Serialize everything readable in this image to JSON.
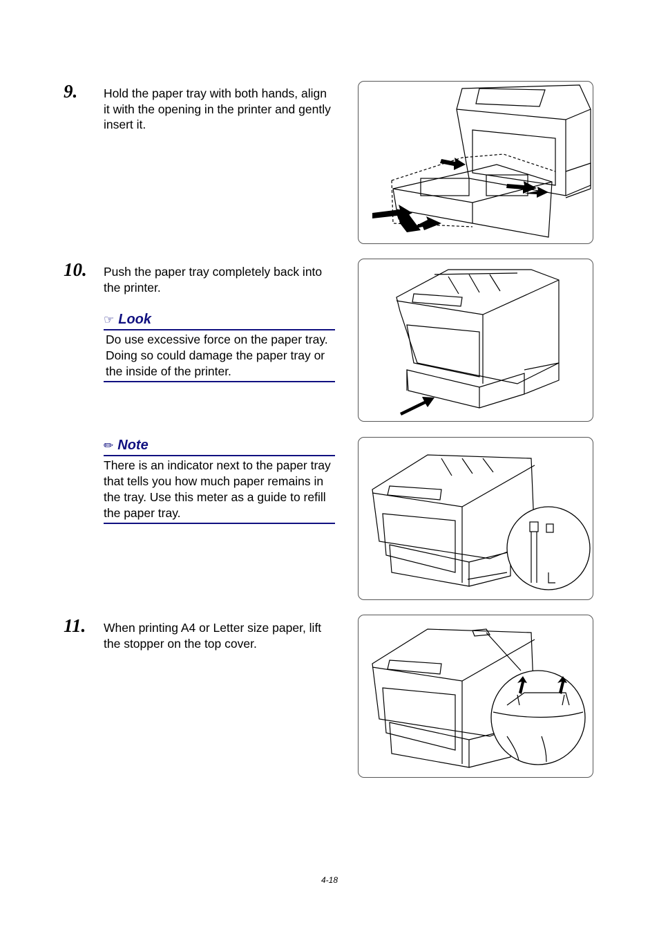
{
  "steps": [
    {
      "number": "9.",
      "text": "Hold the paper tray with both hands, align it with the opening in the printer and gently insert it."
    },
    {
      "number": "10.",
      "text": "Push the paper tray completely back into the printer."
    },
    {
      "number": "11.",
      "text": "When printing A4 or Letter size paper, lift the stopper on the top cover."
    }
  ],
  "look": {
    "icon": "pointing-hand-icon",
    "title": "Look",
    "body": "Do use excessive force on the paper tray. Doing so could damage the paper tray or the inside of the printer."
  },
  "note": {
    "icon": "pencil-icon",
    "title": "Note",
    "body": "There is an indicator next to the paper tray that tells you how much paper remains in the tray. Use this meter as a guide to refill the paper tray."
  },
  "footer": {
    "page_number": "4-18"
  },
  "colors": {
    "accent": "#101080",
    "figure_border": "#555555"
  }
}
